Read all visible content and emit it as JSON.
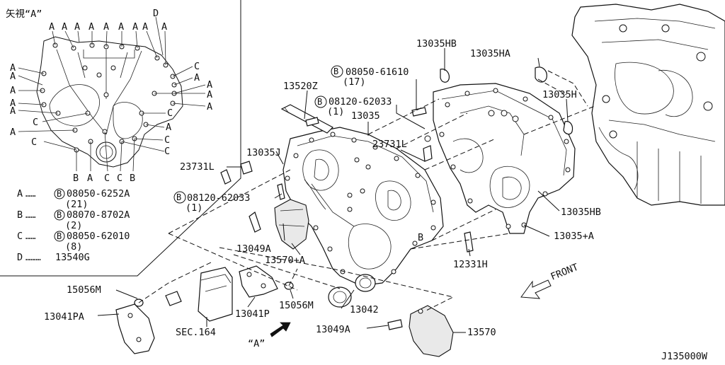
{
  "inset": {
    "title": "矢視“A”",
    "letters_top": [
      "A",
      "A",
      "A",
      "A",
      "A",
      "A",
      "A",
      "A",
      "A"
    ],
    "letter_d": "D",
    "left_letters": [
      "A",
      "A",
      "A",
      "A",
      "A",
      "C",
      "A",
      "C"
    ],
    "right_letters": [
      "C",
      "A",
      "A",
      "A",
      "A",
      "C",
      "A",
      "C",
      "C"
    ],
    "bottom_letters": [
      "B",
      "A",
      "C",
      "C",
      "B"
    ]
  },
  "legend": [
    {
      "letter": "A",
      "dots": "……",
      "circled": "B",
      "part": "08050-6252A",
      "qty": "(21)"
    },
    {
      "letter": "B",
      "dots": "……",
      "circled": "B",
      "part": "08070-8702A",
      "qty": "(2)"
    },
    {
      "letter": "C",
      "dots": "……",
      "circled": "B",
      "part": "08050-62010",
      "qty": "(8)"
    },
    {
      "letter": "D",
      "dots": "………",
      "circled": "",
      "part": "13540G",
      "qty": ""
    }
  ],
  "callouts": {
    "c13035HB_top": "13035HB",
    "c13035HA": "13035HA",
    "c08050_61610": "08050-61610",
    "c08050_61610_qty": "(17)",
    "c13520Z": "13520Z",
    "c08120_62033_top": "08120-62033",
    "c08120_62033_top_qty": "(1)",
    "c13035": "13035",
    "c13035H": "13035H",
    "c23731L_right": "23731L",
    "c13035J": "13035J",
    "c23731L_left": "23731L",
    "c08120_62033_left": "08120-62033",
    "c08120_62033_left_qty": "(1)",
    "c13035HB_mid": "13035HB",
    "c13035A": "13035+A",
    "c13049A_left": "13049A",
    "c13570A": "13570+A",
    "c12331H": "12331H",
    "c15056M_left": "15056M",
    "c15056M_mid": "15056M",
    "c13041PA": "13041PA",
    "c13041P": "13041P",
    "c13042": "13042",
    "c13049A_bottom": "13049A",
    "c13570": "13570",
    "sec164": "SEC.164",
    "view_a": "“A”",
    "letter_b": "B",
    "front": "FRONT",
    "ref": "J135000W",
    "circled_b": "B"
  }
}
